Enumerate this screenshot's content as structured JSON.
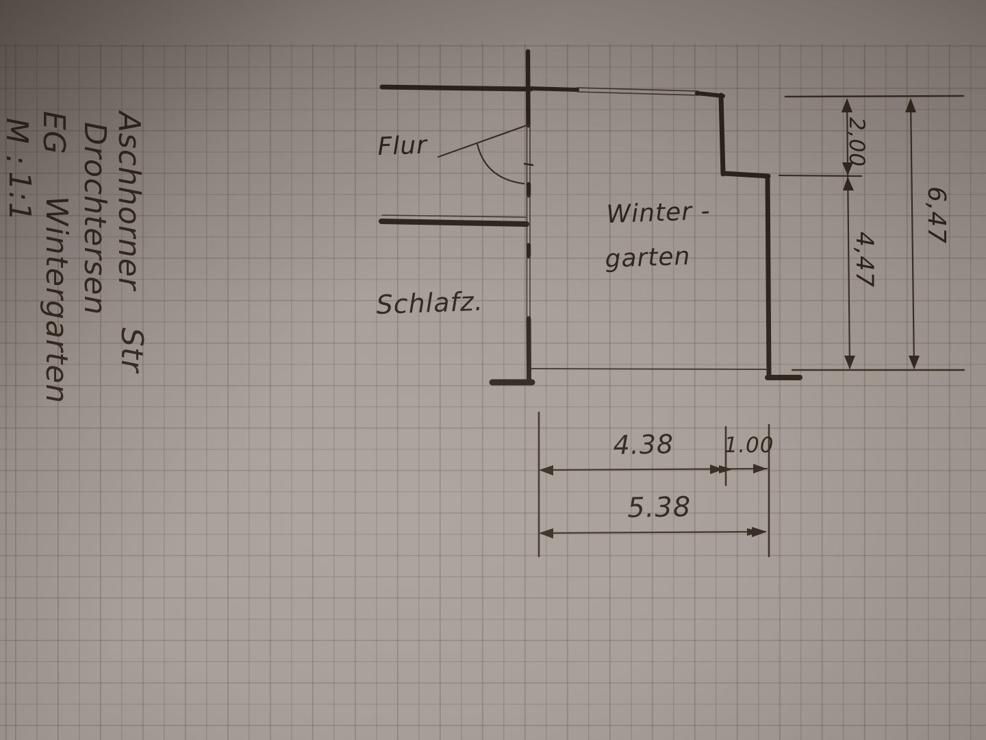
{
  "sheet": {
    "kind_label": "graph-paper floor-plan sketch",
    "colors": {
      "ink": "#2a211b",
      "paper": "#a59c96",
      "grid_line": "#6f665f"
    }
  },
  "margin_notes": {
    "street_name": "Aschhorner",
    "street_suffix": "Str",
    "city": "Drochtersen",
    "floor": "EG",
    "project": "Wintergarten",
    "scale_label": "M :",
    "scale_value": "1:1"
  },
  "room_labels": {
    "flur": "Flur",
    "wintergarten_line1": "Winter -",
    "wintergarten_line2": "garten",
    "schlafzimmer": "Schlafz."
  },
  "dimensions": {
    "step_height": "2,00",
    "right_lower_height": "4,47",
    "right_total_height": "6,47",
    "bottom_main_width": "4.38",
    "bottom_step_width": "1.00",
    "bottom_total_width": "5.38"
  }
}
